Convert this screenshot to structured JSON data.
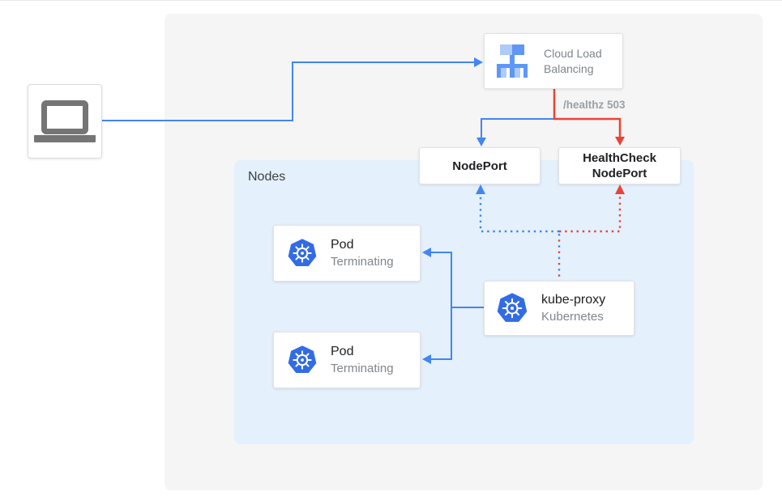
{
  "colors": {
    "primary_blue": "#4285F4",
    "alert_red": "#EA4335",
    "kubernetes_blue": "#326CE5",
    "panel_background": "#F5F5F5",
    "nodes_background": "#E4F0FB",
    "muted_text": "#80868B",
    "dark_text": "#202124",
    "lb_icon_light_blue": "#AECBFA",
    "lb_icon_mid_blue": "#5E97F6"
  },
  "client": {
    "icon": "laptop-icon"
  },
  "load_balancer": {
    "icon": "load-balancer-icon",
    "line1": "Cloud Load",
    "line2": "Balancing"
  },
  "health_edge": {
    "label": "/healthz 503"
  },
  "nodeport": {
    "label": "NodePort"
  },
  "healthcheck_nodeport": {
    "line1": "HealthCheck",
    "line2": "NodePort"
  },
  "nodes_group": {
    "label": "Nodes"
  },
  "pods": [
    {
      "title": "Pod",
      "subtitle": "Terminating",
      "icon": "kubernetes-icon"
    },
    {
      "title": "Pod",
      "subtitle": "Terminating",
      "icon": "kubernetes-icon"
    }
  ],
  "kube_proxy": {
    "title": "kube-proxy",
    "subtitle": "Kubernetes",
    "icon": "kubernetes-icon"
  }
}
